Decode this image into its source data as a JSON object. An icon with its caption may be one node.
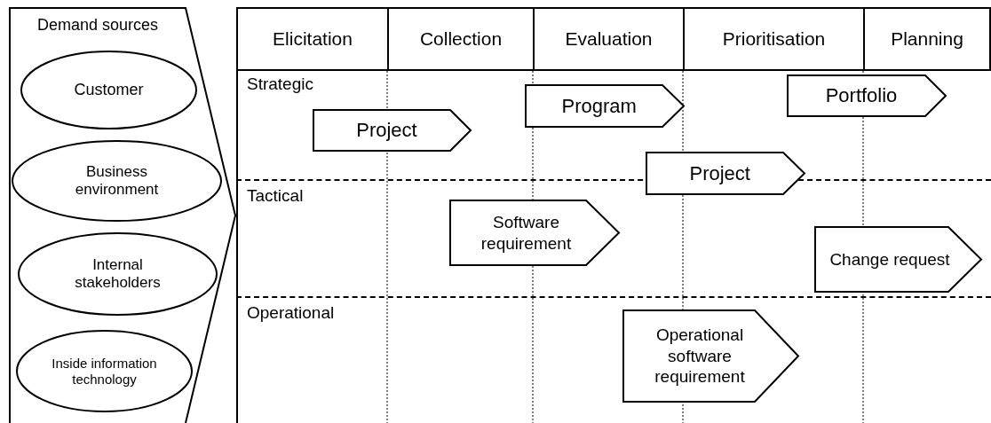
{
  "diagram": {
    "nodes": [
      {
        "text": [
          "Demand sources"
        ]
      },
      {
        "text": [
          "Customer"
        ],
        "in": 0
      },
      {
        "text": [
          "Business environment"
        ],
        "in": 0
      },
      {
        "text": [
          "Internal stakeholders"
        ],
        "in": 0
      },
      {
        "text": [
          "Inside information technology"
        ],
        "in": 0
      },
      {
        "text": [
          "Elicitation"
        ]
      },
      {
        "text": [
          "Collection"
        ]
      },
      {
        "text": [
          "Evaluation"
        ]
      },
      {
        "text": [
          "Prioritisation"
        ]
      },
      {
        "text": [
          "Planning"
        ]
      },
      {
        "text": [
          "Strategic"
        ]
      },
      {
        "text": [
          "Project"
        ],
        "in": 10
      },
      {
        "text": [
          "Program"
        ],
        "in": 10
      },
      {
        "text": [
          "Portfolio"
        ],
        "in": 10
      },
      {
        "text": [
          "Project"
        ]
      },
      {
        "text": [
          "Tactical"
        ]
      },
      {
        "text": [
          "Software requirement"
        ],
        "in": 15
      },
      {
        "text": [
          "Change request"
        ],
        "in": 15
      },
      {
        "text": [
          "Operational"
        ]
      },
      {
        "text": [
          "Operational software requirement"
        ],
        "in": 18
      }
    ]
  }
}
